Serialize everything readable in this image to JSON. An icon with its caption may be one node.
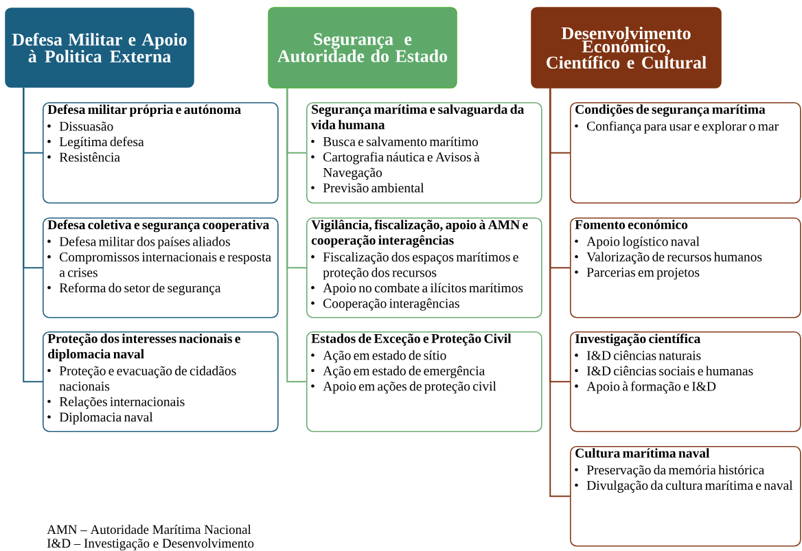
{
  "diagram": {
    "nodes": [
      {
        "text": [
          "Defesa Militar e Apoio à Politica Externa"
        ]
      },
      {
        "text": [
          "Defesa militar própria e autónoma",
          "Dissuasão",
          "Legítima defesa",
          "Resistência"
        ]
      },
      {
        "text": [
          "Defesa coletiva e segurança cooperativa",
          "Defesa militar dos países aliados",
          "Compromissos internacionais e resposta a crises",
          "Reforma do setor de segurança"
        ]
      },
      {
        "text": [
          "Proteção dos interesses nacionais e diplomacia naval",
          "Proteção e evacuação de cidadãos nacionais",
          "Relações internacionais",
          "Diplomacia naval"
        ]
      },
      {
        "text": [
          "Segurança e Autoridade do Estado"
        ]
      },
      {
        "text": [
          "Segurança marítima e salvaguarda da vida humana",
          "Busca e salvamento marítimo",
          "Cartografia náutica e Avisos à Navegação",
          "Previsão ambiental"
        ]
      },
      {
        "text": [
          "Vigilância, fiscalização, apoio à AMN e cooperação interagências",
          "Fiscalização dos espaços marítimos e proteção dos recursos",
          "Apoio no combate a ilícitos marítimos",
          "Cooperação interagências"
        ]
      },
      {
        "text": [
          "Estados de Exceção e Proteção Civil",
          "Ação em estado de sítio",
          "Ação em estado de emergência",
          "Apoio em ações de proteção civil"
        ]
      },
      {
        "text": [
          "Desenvolvimento Económico, Científico e Cultural"
        ]
      },
      {
        "text": [
          "Condições de segurança marítima",
          "Confiança para usar e explorar o mar"
        ]
      },
      {
        "text": [
          "Fomento económico",
          "Apoio logístico naval",
          "Valorização de recursos humanos",
          "Parcerias em projetos"
        ]
      },
      {
        "text": [
          "Investigação científica",
          "I&D ciências naturais",
          "I&D ciências sociais e humanas",
          "Apoio à formação e I&D"
        ]
      },
      {
        "text": [
          "Cultura marítima naval",
          "Preservação da memória histórica",
          "Divulgação da cultura marítima e naval"
        ]
      }
    ],
    "edges": [
      {
        "from": 0,
        "to": 1,
        "arrow": "none",
        "color": "#1f5f7f"
      },
      {
        "from": 0,
        "to": 2,
        "arrow": "none",
        "color": "#1f5f7f"
      },
      {
        "from": 0,
        "to": 3,
        "arrow": "none",
        "color": "#1f5f7f"
      },
      {
        "from": 4,
        "to": 5,
        "arrow": "none",
        "color": "#6cae72"
      },
      {
        "from": 4,
        "to": 6,
        "arrow": "none",
        "color": "#6cae72"
      },
      {
        "from": 4,
        "to": 7,
        "arrow": "none",
        "color": "#6cae72"
      },
      {
        "from": 8,
        "to": 9,
        "arrow": "none",
        "color": "#86391a"
      },
      {
        "from": 8,
        "to": 10,
        "arrow": "none",
        "color": "#86391a"
      },
      {
        "from": 8,
        "to": 11,
        "arrow": "none",
        "color": "#86391a"
      },
      {
        "from": 8,
        "to": 12,
        "arrow": "none",
        "color": "#86391a"
      }
    ],
    "labels": [
      "AMN – Autoridade Marítima Nacional",
      "I&D – Investigação e Desenvolvimento"
    ]
  }
}
